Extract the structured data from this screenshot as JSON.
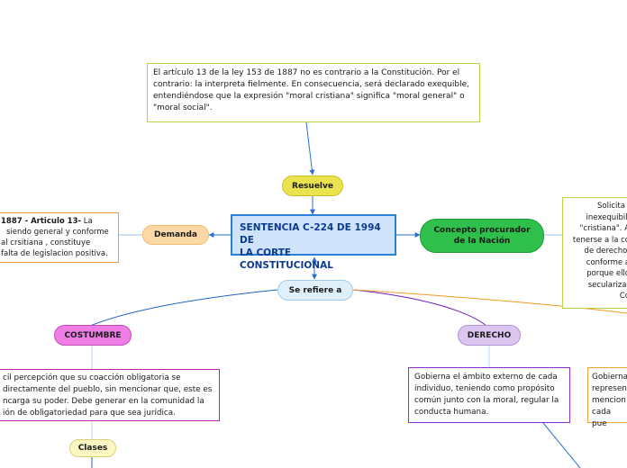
{
  "colors": {
    "central_fill": "#cfe4fb",
    "central_border": "#2a82d8",
    "resuelve": "#ebe34e",
    "demanda": "#fbd9a6",
    "concepto": "#2ec04a",
    "se_refiere": "#dff0fb",
    "costumbre": "#ee7de4",
    "derecho": "#dcc6f0",
    "clases": "#fbf7c2"
  },
  "central": {
    "line1": "SENTENCIA C-224 DE 1994 DE",
    "line2": "LA CORTE CONSTITUCIONAL"
  },
  "resuelve": {
    "label": "Resuelve",
    "note": [
      "El artículo 13 de la ley 153 de 1887 no es contrario a la Constitución. Por el",
      "contrario: la interpreta fielmente. En consecuencia, será declarado exequible,",
      "entendiéndose que la expresión \"moral cristiana\" significa \"moral general\" o",
      "\"moral social\"."
    ]
  },
  "demanda": {
    "label": "Demanda",
    "note_bold": "1887 - Articulo 13-",
    "note_rest": " La",
    "note": [
      "siendo general y conforme",
      "al crsitiana , constituye",
      "falta de legislacion positiva."
    ]
  },
  "concepto": {
    "line1": "Concepto procurador",
    "line2": "de la Nación",
    "note": [
      "Solicita l",
      "inexequibili",
      "\"cristiana\". A",
      "tenerse a la co",
      "de derecho,",
      "conforme a",
      "porque ello",
      "secularizar",
      "Co"
    ]
  },
  "se_refiere": {
    "label": "Se refiere a"
  },
  "costumbre": {
    "label": "COSTUMBRE",
    "note": [
      "cil percepción que su coacción obligatoria se",
      "directamente del pueblo, sin mencionar que, este es",
      "ncarga su poder. Debe generar en la comunidad la",
      "ión de obligatoriedad para que sea jurídica."
    ]
  },
  "derecho": {
    "label": "DERECHO",
    "note": [
      "Gobierna el ámbito externo de  cada",
      "individuo, teniendo como propósito",
      "común junto con  la moral, regular la",
      "conducta humana."
    ]
  },
  "right_note": {
    "lines": [
      "Gobierna",
      "represen",
      "mencion",
      "cada pue"
    ]
  },
  "clases": {
    "label": "Clases"
  }
}
